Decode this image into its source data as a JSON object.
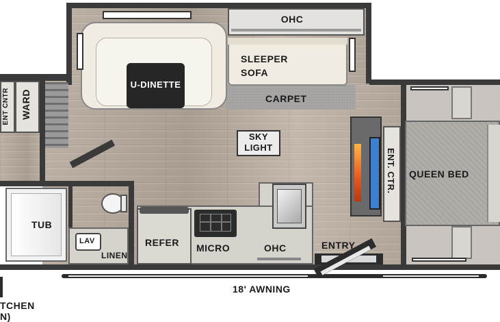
{
  "labels": {
    "ohc_top": "OHC",
    "sleeper_sofa_line1": "SLEEPER",
    "sleeper_sofa_line2": "SOFA",
    "u_dinette": "U-DINETTE",
    "carpet": "CARPET",
    "sky_light_line1": "SKY",
    "sky_light_line2": "LIGHT",
    "ent_ctr_left": "ENT CNTR",
    "wardrobe_partial": "WARD",
    "ent_ctr_right": "ENT. CTR.",
    "queen_bed": "QUEEN BED",
    "tub": "TUB",
    "lav": "LAV",
    "linen": "LINEN",
    "refer": "REFER",
    "micro": "MICRO",
    "ohc_bottom": "OHC",
    "entry": "ENTRY",
    "awning": "18' AWNING",
    "outdoor_kitchen_line1": "TCHEN",
    "outdoor_kitchen_line2": "N)"
  },
  "colors": {
    "wall": "#3a3a3a",
    "floor": "#b8aca0",
    "carpet": "#a9a6a6",
    "upholstery": "#f1ece2",
    "dinette_table": "#262626",
    "counter": "#d6d2cc",
    "bed": "#b0aca8",
    "fireplace": "#e8571f",
    "tv": "#3d7fd1"
  }
}
